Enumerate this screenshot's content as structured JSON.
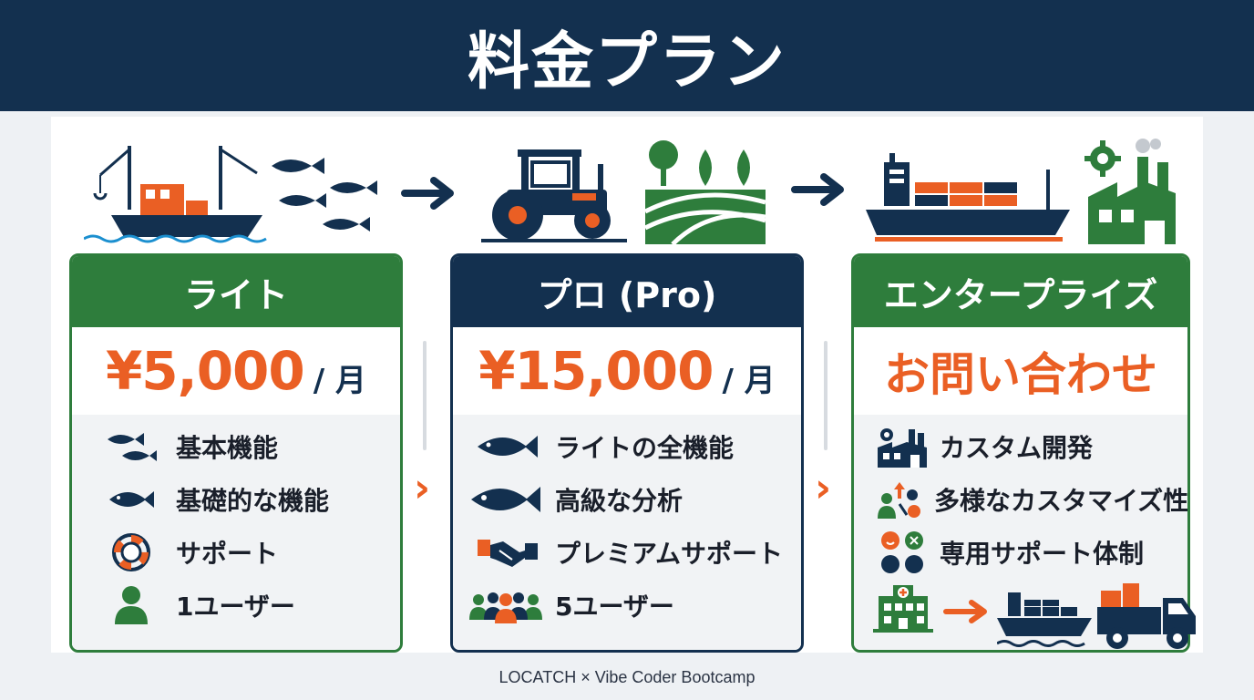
{
  "title": "料金プラン",
  "plans": [
    {
      "name": "ライト",
      "price": "¥5,000",
      "per": "/ 月",
      "features": [
        {
          "icon": "small-fish-icon",
          "label": "基本機能"
        },
        {
          "icon": "fish-icon",
          "label": "基礎的な機能"
        },
        {
          "icon": "lifebuoy-icon",
          "label": "サポート"
        },
        {
          "icon": "user-icon",
          "label": "1ユーザー"
        }
      ]
    },
    {
      "name": "プロ (Pro)",
      "price": "¥15,000",
      "per": "/ 月",
      "features": [
        {
          "icon": "fish-icon",
          "label": "ライトの全機能"
        },
        {
          "icon": "large-fish-icon",
          "label": "高級な分析"
        },
        {
          "icon": "handshake-icon",
          "label": "プレミアムサポート"
        },
        {
          "icon": "users-group-icon",
          "label": "5ユーザー"
        }
      ]
    },
    {
      "name": "エンタープライズ",
      "price": "お問い合わせ",
      "per": "",
      "features": [
        {
          "icon": "factory-icon",
          "label": "カスタム開発"
        },
        {
          "icon": "customize-icon",
          "label": "多様なカスタマイズ性"
        },
        {
          "icon": "support-team-icon",
          "label": "専用サポート体制"
        }
      ]
    }
  ],
  "footer": "LOCATCH × Vibe Coder Bootcamp",
  "colors": {
    "navy": "#13304f",
    "green": "#2e7d3c",
    "orange": "#ea5f24"
  }
}
